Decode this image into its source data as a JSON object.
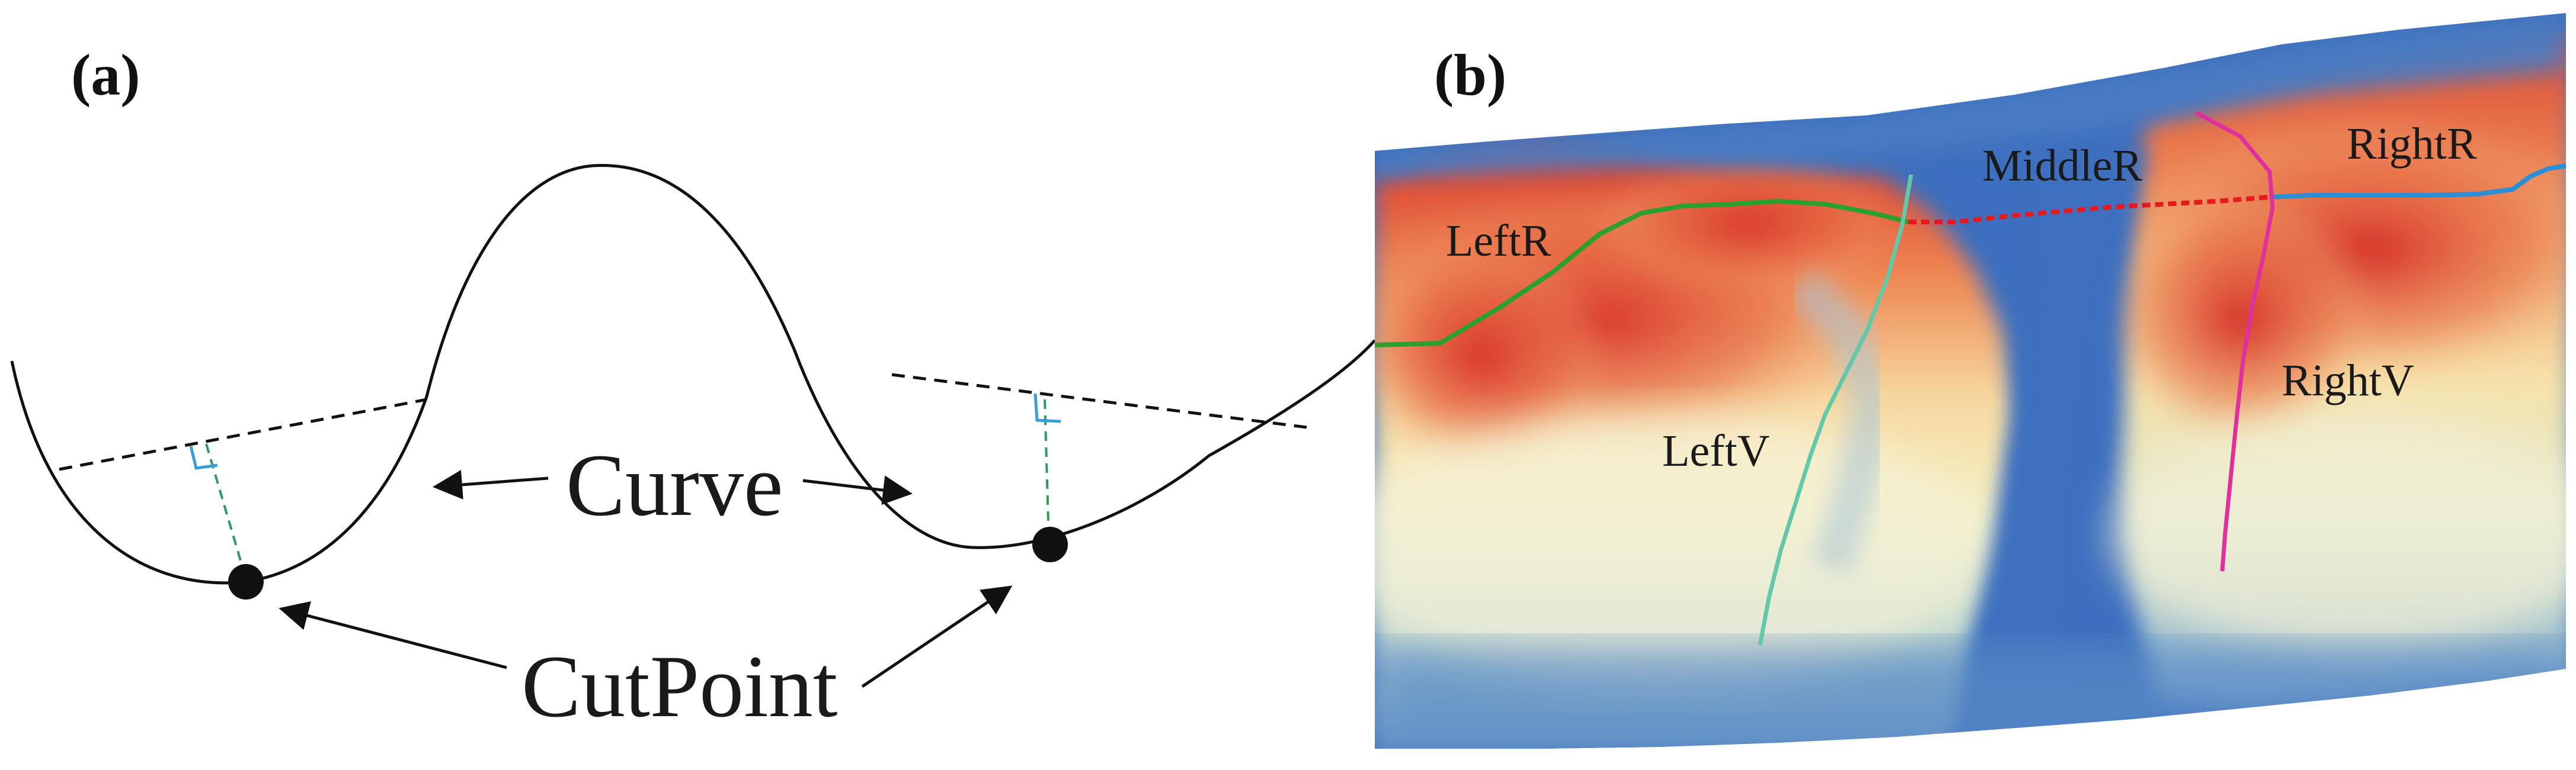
{
  "panel_a": {
    "label": "(a)",
    "curve_label": "Curve",
    "cutpoint_label": "CutPoint"
  },
  "panel_b": {
    "label": "(b)",
    "labels": {
      "left_ridge": "LeftR",
      "middle_ridge": "MiddleR",
      "right_ridge": "RightR",
      "left_valley": "LeftV",
      "right_valley": "RightV"
    }
  },
  "colors": {
    "curve": "#111111",
    "chord": "#111111",
    "perpendicular": "#2e9a5c",
    "right_angle": "#3a9fd8",
    "left_ridge_line": "#2ca02c",
    "middle_ridge_line": "#e8191e",
    "right_ridge_line": "#2c8fd6",
    "left_valley_line": "#63c8a9",
    "right_valley_line": "#e0309e",
    "water_blue": "#3c6fbf"
  }
}
